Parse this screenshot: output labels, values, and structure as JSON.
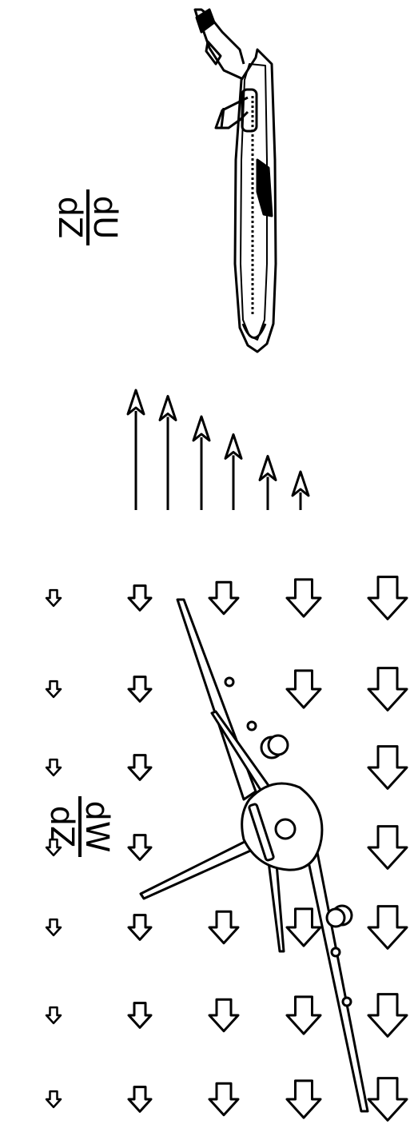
{
  "labels": {
    "du_numerator": "dU",
    "du_denominator": "dZ",
    "dw_numerator": "dW",
    "dw_denominator": "dZ"
  },
  "wind_field": {
    "arrow_scale_by_row": [
      0.45,
      0.7,
      0.9,
      1.05,
      1.2
    ]
  },
  "shear_arrows": {
    "relative_lengths": [
      1.0,
      0.95,
      0.78,
      0.63,
      0.45,
      0.32
    ]
  }
}
